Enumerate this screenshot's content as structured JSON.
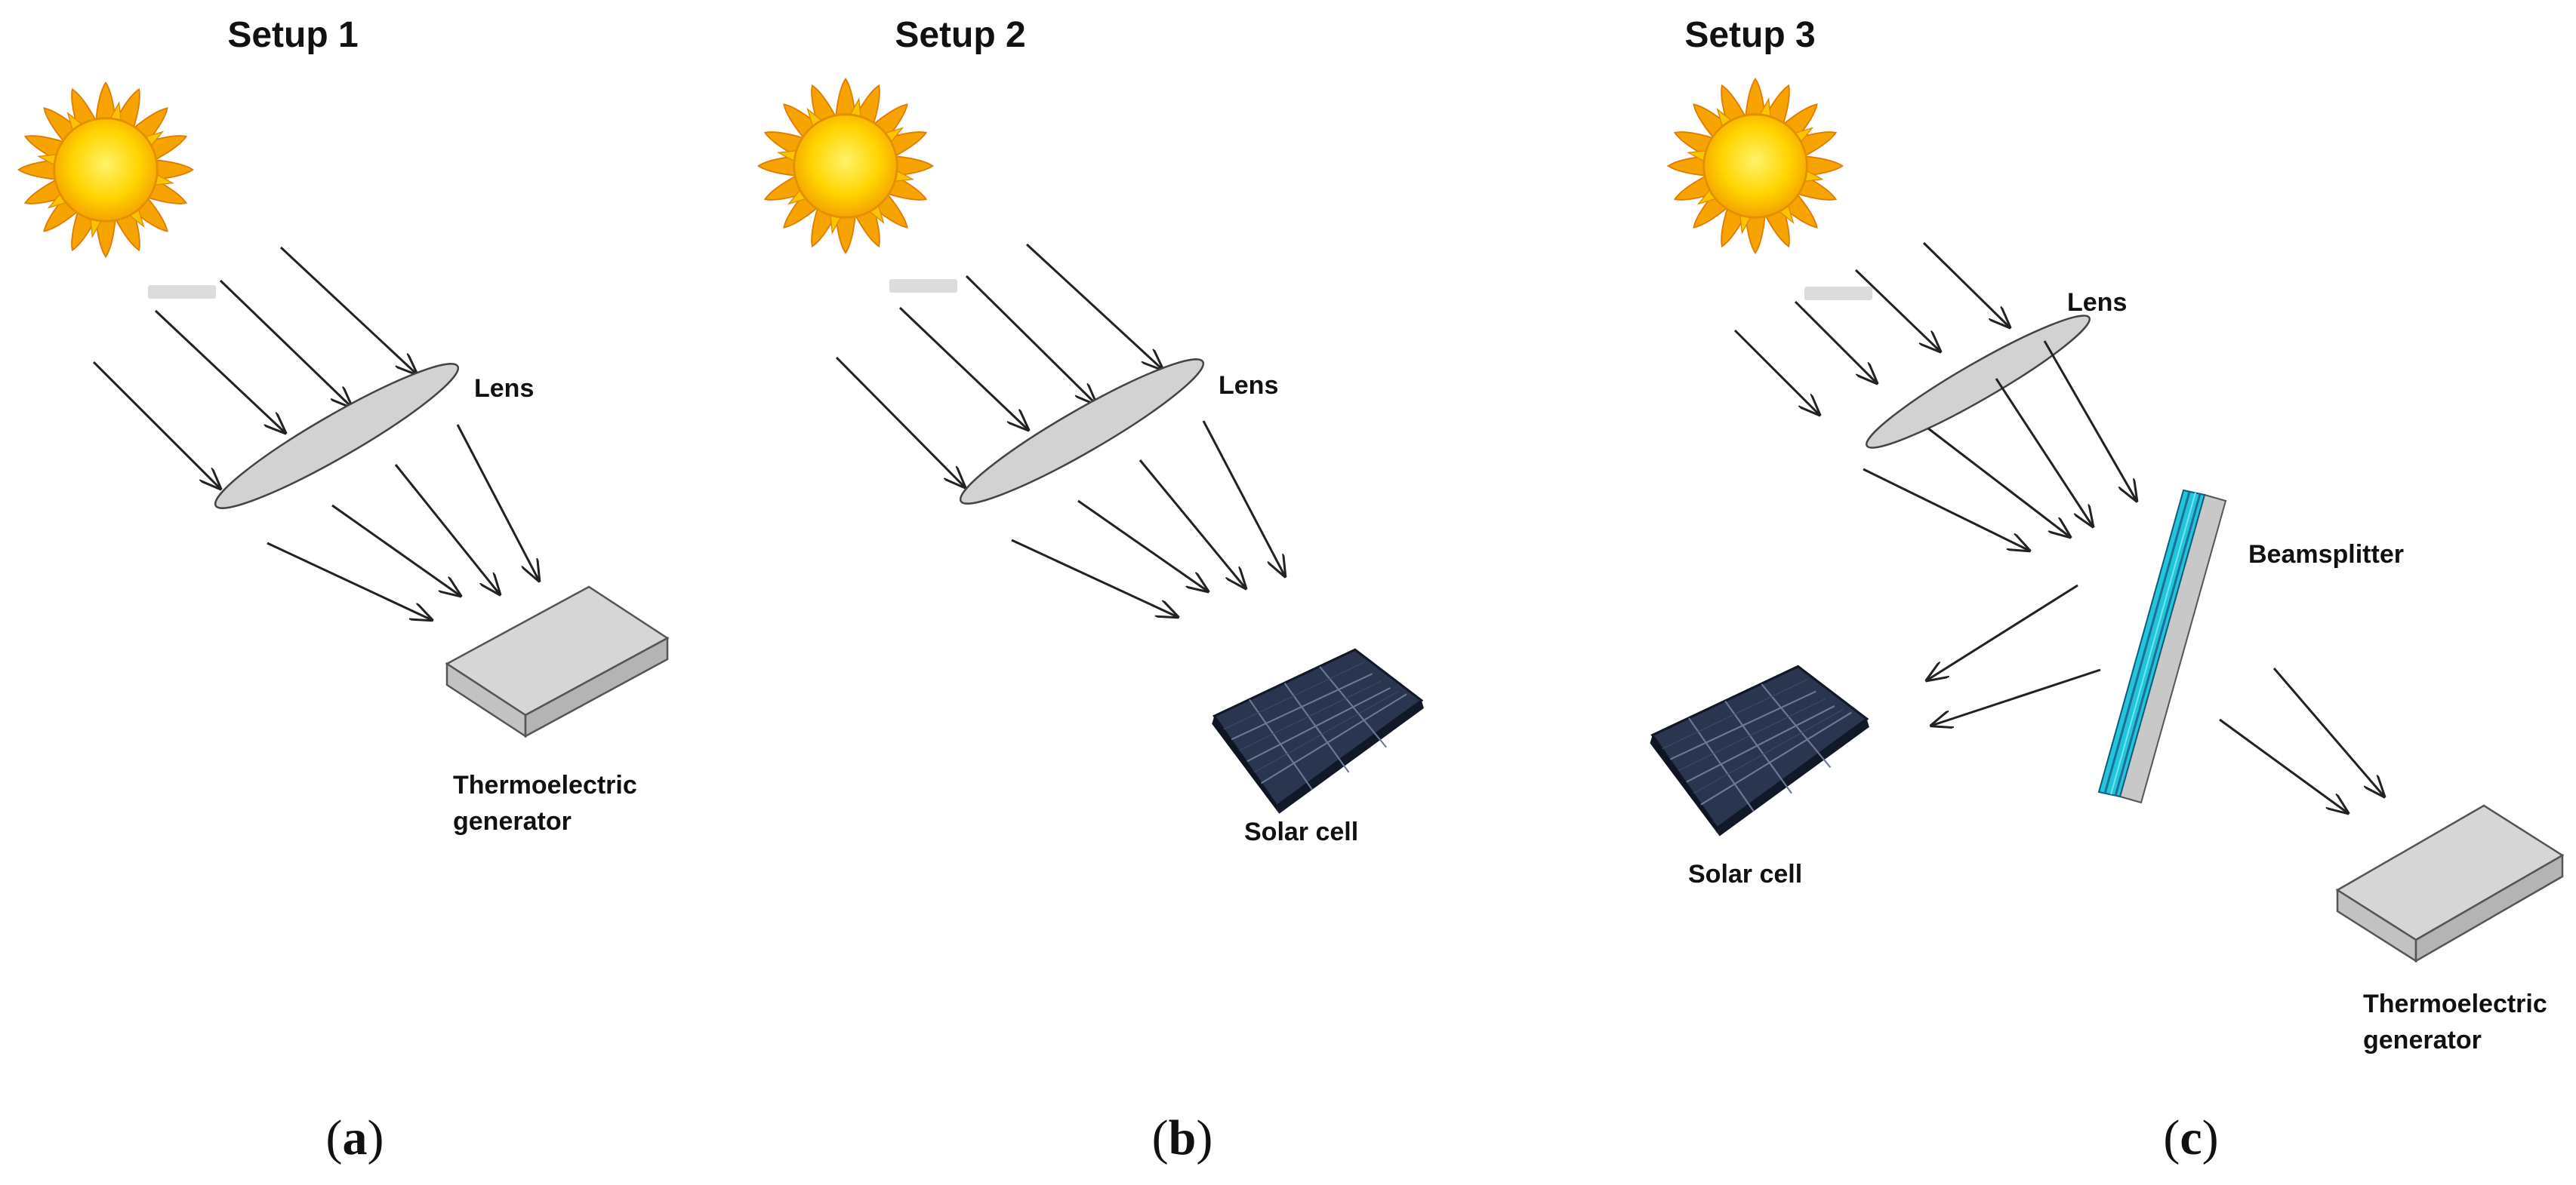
{
  "panels": [
    {
      "title": "Setup 1",
      "caption_letter": "a",
      "labels": {
        "lens": "Lens",
        "teg_line1": "Thermoelectric",
        "teg_line2": "generator"
      }
    },
    {
      "title": "Setup 2",
      "caption_letter": "b",
      "labels": {
        "lens": "Lens",
        "solar": "Solar cell"
      }
    },
    {
      "title": "Setup 3",
      "caption_letter": "c",
      "labels": {
        "lens": "Lens",
        "beamsplitter": "Beamsplitter",
        "solar": "Solar cell",
        "teg_line1": "Thermoelectric",
        "teg_line2": "generator"
      }
    }
  ],
  "icons": [
    "sun-icon",
    "lens-icon",
    "thermoelectric-generator-icon",
    "solar-cell-icon",
    "beamsplitter-icon",
    "arrow-icon"
  ],
  "colors": {
    "sun_core": "#ffd400",
    "sun_ray": "#f7a400",
    "lens_fill": "#d2d2d2",
    "teg_top": "#d6d6d6",
    "solar_cell": "#2b3a55",
    "beamsplitter_cyan": "#22c6d8",
    "beamsplitter_blue": "#1d6f9b",
    "arrow": "#222222"
  }
}
